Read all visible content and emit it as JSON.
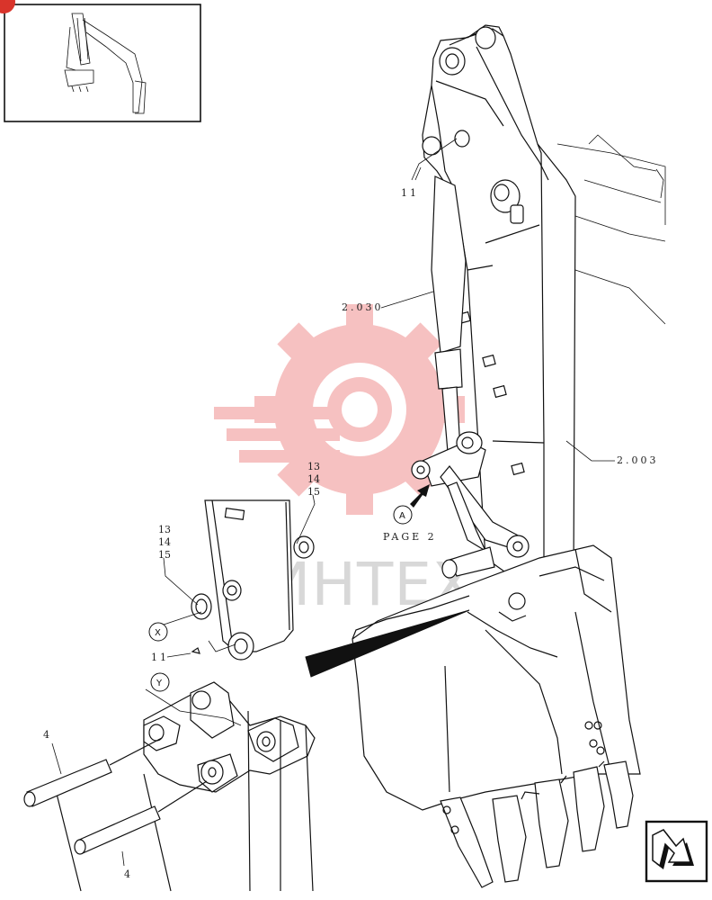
{
  "labels": {
    "ref_2030": "2.030",
    "ref_2003": "2.003",
    "ref_11_top": "11",
    "ref_11_left": "11",
    "ref_13_14_15_right": [
      "13",
      "14",
      "15"
    ],
    "ref_13_14_15_left": [
      "13",
      "14",
      "15"
    ],
    "ref_4_top": "4",
    "ref_4_bottom": "4",
    "callout_a": "A",
    "callout_x": "X",
    "callout_y": "Y",
    "page_ref": "PAGE 2"
  },
  "watermark": {
    "text": "ИНТЕХ",
    "color": "#f2a3a3"
  },
  "thumbnail": {
    "badge_color": "#d9342b"
  },
  "nav": {
    "next_icon": "next-page-arrow-icon"
  }
}
